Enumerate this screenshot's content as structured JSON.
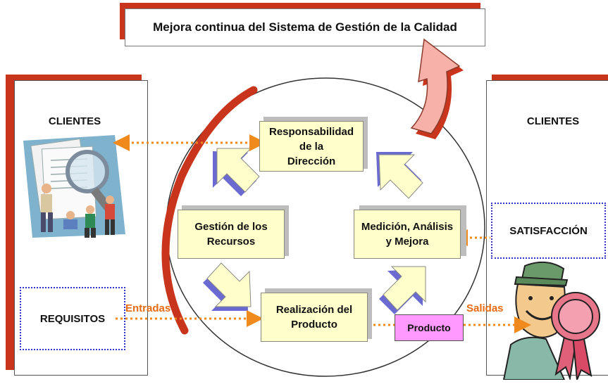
{
  "title": "Mejora continua del Sistema de Gestión de la Calidad",
  "left_panel": {
    "heading": "CLIENTES",
    "requirements": "REQUISITOS"
  },
  "right_panel": {
    "heading": "CLIENTES",
    "satisfaction": "SATISFACCIÓN"
  },
  "processes": {
    "management": [
      "Responsabilidad",
      "de la",
      "Dirección"
    ],
    "resources": [
      "Gestión de los",
      "Recursos"
    ],
    "measurement": [
      "Medición, Análisis",
      "y Mejora"
    ],
    "realization": [
      "Realización del",
      "Producto"
    ]
  },
  "flows": {
    "inputs": "Entradas",
    "outputs": "Salidas",
    "product": "Producto"
  },
  "colors": {
    "accent_red": "#c8341c",
    "process_fill": "#ffffcc",
    "arrow_fill": "#ffffcc",
    "arrow_shadow": "#6a6ad0",
    "dotted_orange": "#f08a1c",
    "product_fill": "#ff99ff",
    "big_arrow": "#f7b1a8"
  }
}
